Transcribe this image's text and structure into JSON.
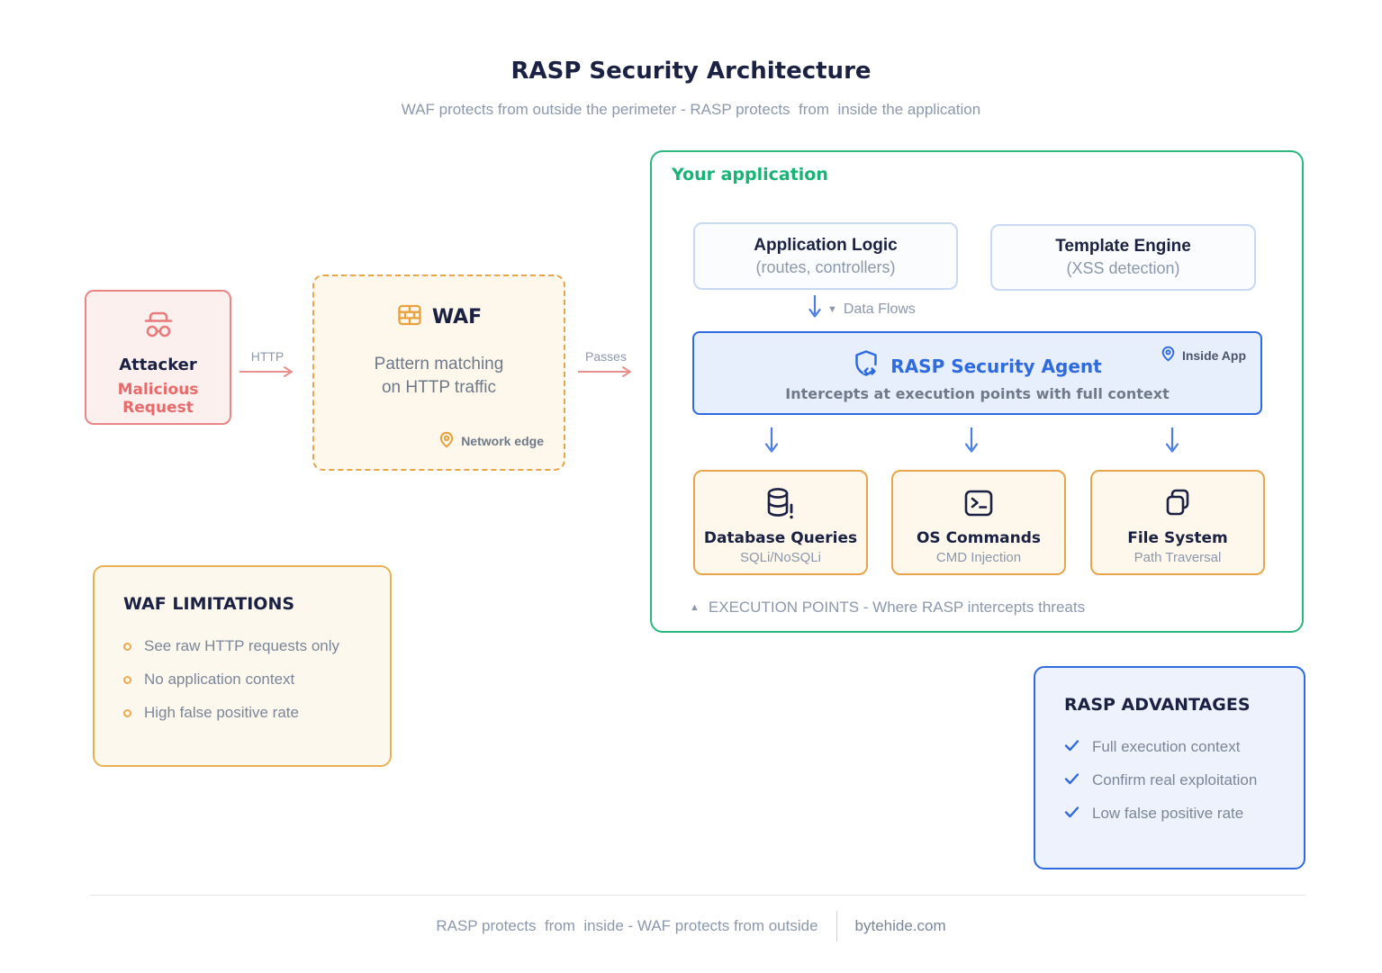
{
  "title": "RASP Security Architecture",
  "subtitle": "WAF protects from outside the perimeter - RASP protects  from  inside the application",
  "attacker": {
    "label": "Attacker",
    "sublabel": "Malicious Request"
  },
  "flow": {
    "http_label": "HTTP",
    "passes_label": "Passes"
  },
  "waf": {
    "title": "WAF",
    "description": "Pattern matching\non HTTP traffic",
    "location": "Network edge"
  },
  "application": {
    "title": "Your application",
    "app_logic": {
      "title": "Application Logic",
      "subtitle": "(routes, controllers)"
    },
    "template_engine": {
      "title": "Template Engine",
      "subtitle": "(XSS detection)"
    },
    "data_flows_label": "Data Flows",
    "rasp_agent": {
      "title": "RASP Security Agent",
      "badge": "Inside App",
      "description": "Intercepts at execution points with full context"
    },
    "execution_points": [
      {
        "title": "Database Queries",
        "subtitle": "SQLi/NoSQLi",
        "icon": "database-alert-icon"
      },
      {
        "title": "OS Commands",
        "subtitle": "CMD Injection",
        "icon": "terminal-icon"
      },
      {
        "title": "File System",
        "subtitle": "Path Traversal",
        "icon": "copy-files-icon"
      }
    ],
    "execution_label": "EXECUTION POINTS - Where RASP intercepts threats"
  },
  "waf_limitations": {
    "title": "WAF LIMITATIONS",
    "items": [
      "See raw HTTP requests only",
      "No application context",
      "High false positive rate"
    ]
  },
  "rasp_advantages": {
    "title": "RASP ADVANTAGES",
    "items": [
      "Full execution context",
      "Confirm real exploitation",
      "Low false positive rate"
    ]
  },
  "footer": {
    "tagline": "RASP protects  from  inside - WAF protects from outside",
    "brand": "bytehide.com"
  },
  "colors": {
    "red_accent": "#e86a6a",
    "orange_accent": "#e8a54c",
    "green_accent": "#2cb77e",
    "blue_accent": "#2e6ae0",
    "dark_text": "#1b2142",
    "gray_text": "#8c98ab"
  }
}
